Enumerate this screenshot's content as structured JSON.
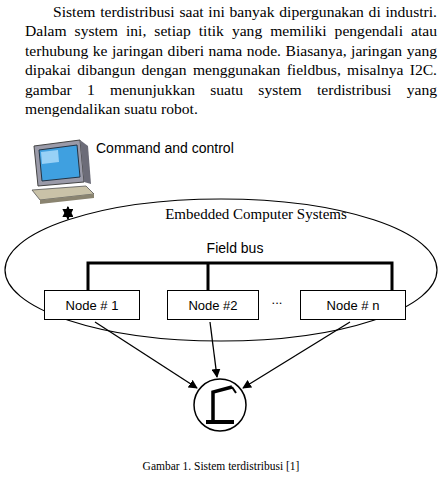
{
  "diagram": {
    "caption": "Gambar 1. Sistem terdistribusi [1]",
    "nodes": [
      {
        "text": [
          "Command and control"
        ]
      },
      {
        "text": [
          "Embedded Computer Systems"
        ]
      },
      {
        "text": [
          "Node # 1"
        ],
        "in": 1
      },
      {
        "text": [
          "Node #2"
        ],
        "in": 1
      },
      {
        "text": [
          "Node # n"
        ],
        "in": 1
      }
    ],
    "edges": [
      {
        "from": 0,
        "to": 1,
        "arrow": "both"
      }
    ],
    "labels": [
      "Sistem terdistribusi saat ini banyak dipergunakan di industri. Dalam system ini, setiap titik yang memiliki pengendali atau terhubung ke jaringan diberi nama node. Biasanya, jaringan yang dipakai dibangun dengan menggunakan fieldbus, misalnya I2C. gambar 1 menunjukkan suatu system terdistribusi yang mengendalikan suatu robot.",
      "Field bus",
      "..."
    ]
  }
}
